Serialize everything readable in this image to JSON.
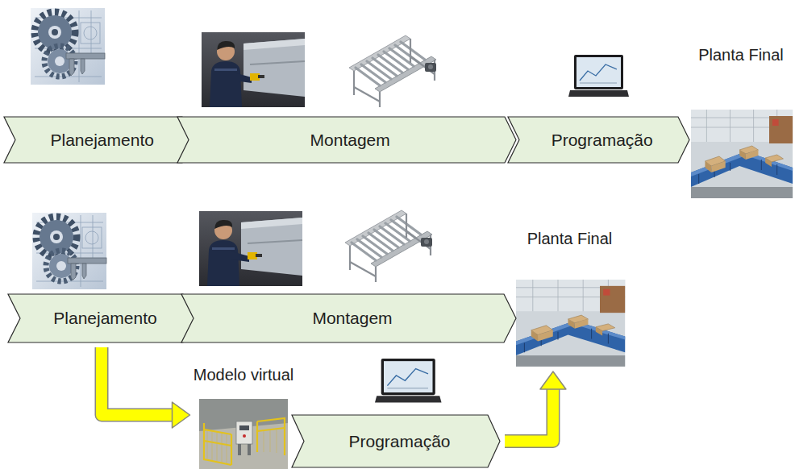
{
  "diagram": {
    "nodes": [
      {
        "text": [
          "Planejamento"
        ]
      },
      {
        "text": [
          "Montagem"
        ]
      },
      {
        "text": [
          "Programação"
        ]
      },
      {
        "text": [
          "Planta Final"
        ]
      },
      {
        "text": [
          "Planejamento"
        ]
      },
      {
        "text": [
          "Montagem"
        ]
      },
      {
        "text": [
          "Planta Final"
        ]
      },
      {
        "text": [
          "Modelo virtual"
        ]
      },
      {
        "text": [
          "Programação"
        ]
      }
    ],
    "edges": [
      {
        "from": 4,
        "to": 7,
        "arrow": "to"
      },
      {
        "from": 8,
        "to": 6,
        "arrow": "to"
      }
    ]
  }
}
